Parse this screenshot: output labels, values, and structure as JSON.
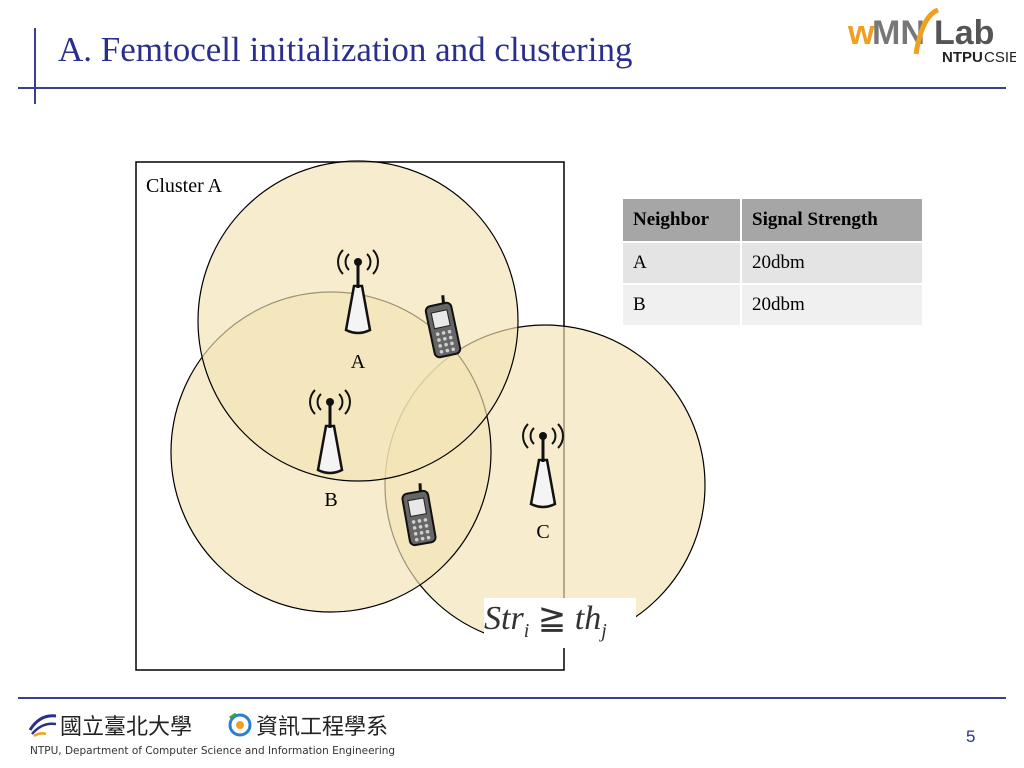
{
  "slide": {
    "title": "A. Femtocell initialization and clustering",
    "page_number": "5"
  },
  "logo": {
    "brand_w": "w",
    "brand_mn": "MN",
    "brand_lab": "Lab",
    "brand_sub_a": "NTPU",
    "brand_sub_b": "CSIE"
  },
  "diagram": {
    "cluster_label": "Cluster A",
    "base_stations": [
      "A",
      "B",
      "C"
    ]
  },
  "table": {
    "headers": [
      "Neighbor",
      "Signal Strength"
    ],
    "rows": [
      [
        "A",
        "20dbm"
      ],
      [
        "B",
        "20dbm"
      ]
    ]
  },
  "formula": {
    "lhs": "Str",
    "lhs_sub": "i",
    "op": "≧",
    "rhs": "th",
    "rhs_sub": "j"
  },
  "footer": {
    "university_cn": "國立臺北大學",
    "dept_cn": "資訊工程學系",
    "dept_en": "NTPU, Department of Computer Science and Information Engineering"
  },
  "colors": {
    "accent": "#2b2f8c",
    "coverage_fill": "#f3e3b4",
    "logo_orange": "#f0a020",
    "logo_gray": "#555555"
  }
}
